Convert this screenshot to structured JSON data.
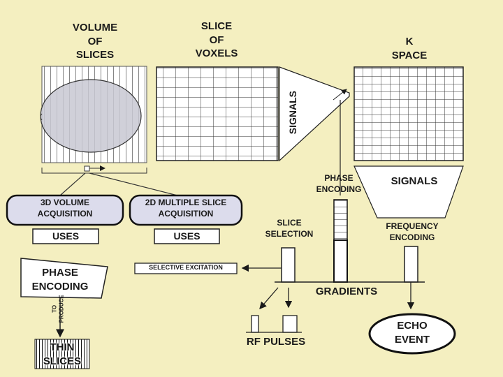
{
  "titles": {
    "volume": "VOLUME\nOF\nSLICES",
    "slice": "SLICE\nOF\nVOXELS",
    "kspace": "K\nSPACE"
  },
  "labels": {
    "signals_vertical": "SIGNALS",
    "signals_funnel": "SIGNALS",
    "phase_encoding_top": "PHASE\nENCODING",
    "slice_selection": "SLICE\nSELECTION",
    "frequency_encoding": "FREQUENCY\nENCODING",
    "gradients": "GRADIENTS",
    "rf_pulses": "RF PULSES",
    "echo_event": "ECHO\nEVENT",
    "acq_3d": "3D VOLUME\nACQUISITION",
    "acq_2d": "2D MULTIPLE SLICE\nACQUISITION",
    "uses_1": "USES",
    "uses_2": "USES",
    "phase_encoding_left": "PHASE\nENCODING",
    "selective_excitation": "SELECTIVE EXCITATION",
    "to_produce": "TO\nPRODUCE",
    "thin_slices": "THIN\nSLICES"
  },
  "colors": {
    "background": "#f4efc0",
    "panel": "#ffffff",
    "rounded_box": "#dcdcec",
    "ink": "#1a1a1a",
    "ellipse_fill": "#c8c8d2"
  }
}
